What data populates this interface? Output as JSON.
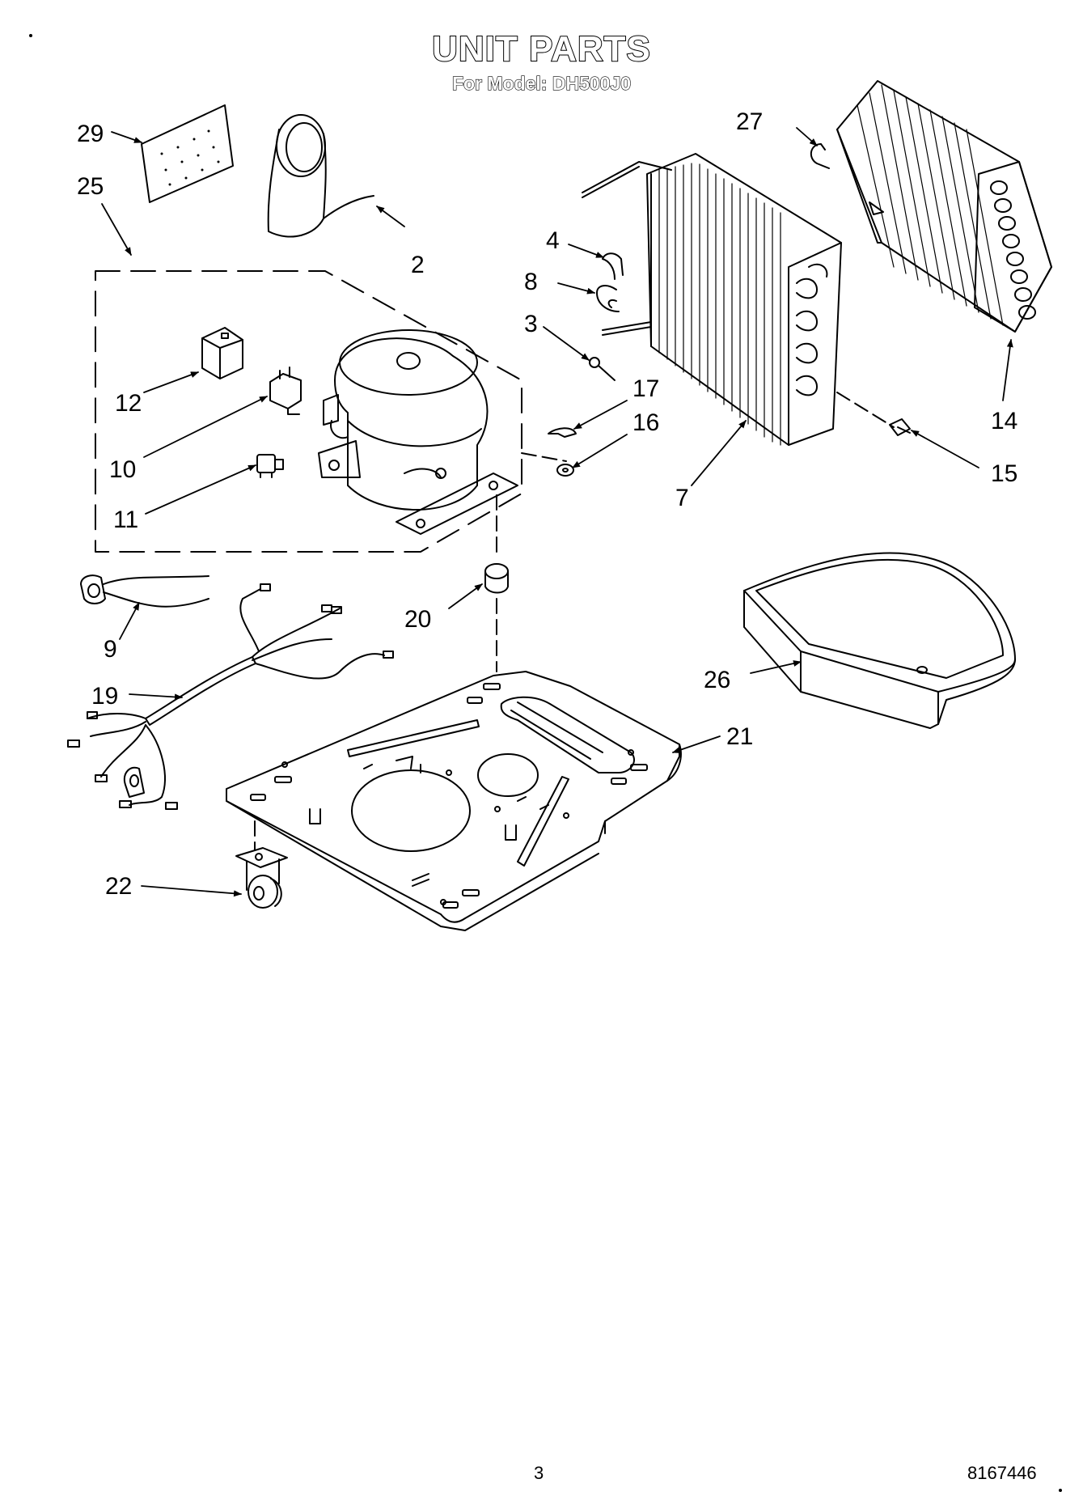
{
  "header": {
    "title": "UNIT PARTS",
    "subtitle": "For Model: DH500J0"
  },
  "callouts": [
    "29",
    "25",
    "2",
    "27",
    "4",
    "8",
    "3",
    "17",
    "16",
    "7",
    "14",
    "15",
    "12",
    "10",
    "11",
    "20",
    "9",
    "19",
    "21",
    "26",
    "22"
  ],
  "footer": {
    "page_number": "3",
    "doc_code": "8167446"
  }
}
